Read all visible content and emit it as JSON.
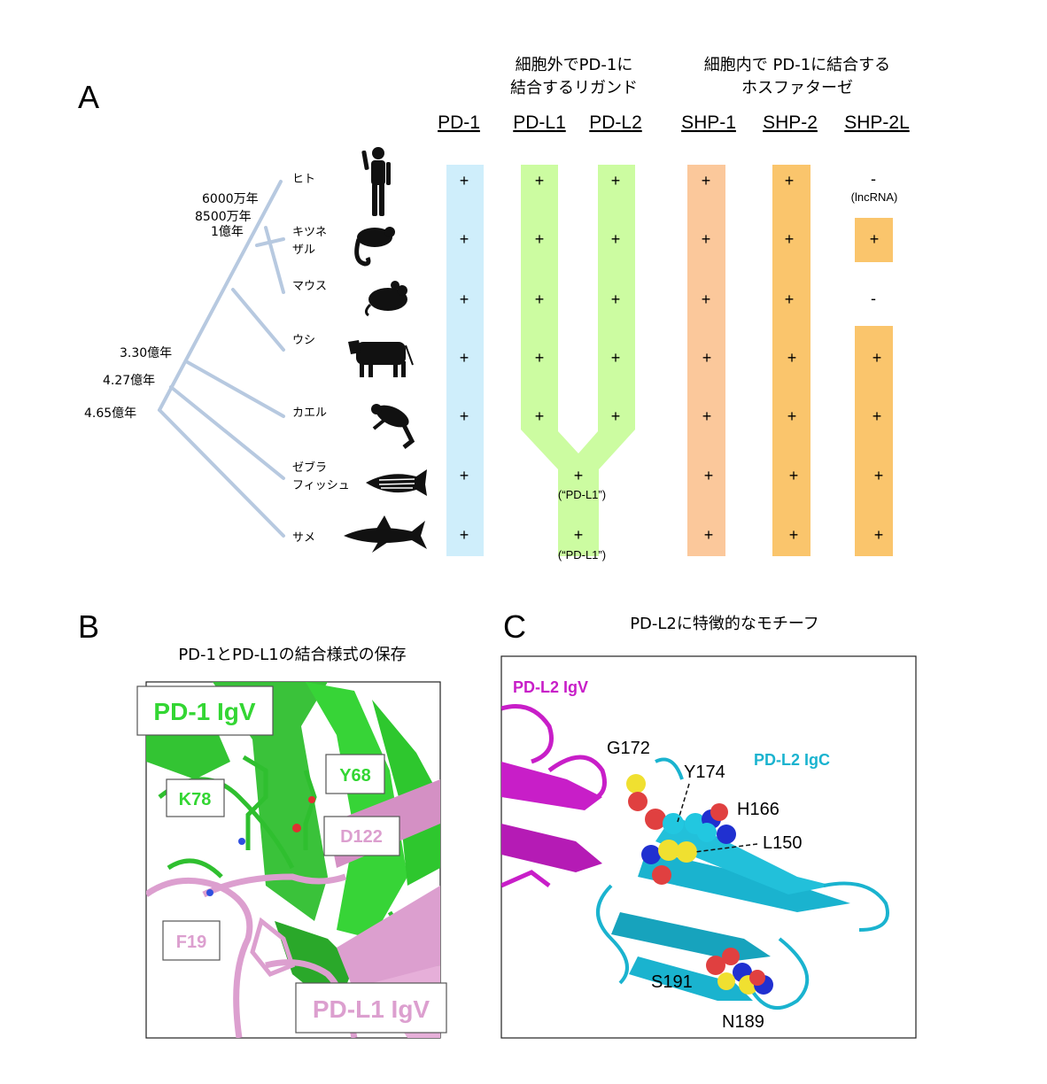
{
  "panel_a": {
    "letter": "A",
    "header_ligand": [
      "細胞外でPD-1に",
      "結合するリガンド"
    ],
    "header_phos": [
      "細胞内で PD-1に結合する",
      "ホスファターゼ"
    ],
    "columns": [
      "PD-1",
      "PD-L1",
      "PD-L2",
      "SHP-1",
      "SHP-2",
      "SHP-2L"
    ],
    "species": [
      {
        "name": [
          "ヒト"
        ],
        "silhouette": "human-silhouette-icon"
      },
      {
        "name": [
          "キツネ",
          "ザル"
        ],
        "silhouette": "lemur-silhouette-icon"
      },
      {
        "name": [
          "マウス"
        ],
        "silhouette": "mouse-silhouette-icon"
      },
      {
        "name": [
          "ウシ"
        ],
        "silhouette": "cow-silhouette-icon"
      },
      {
        "name": [
          "カエル"
        ],
        "silhouette": "frog-silhouette-icon"
      },
      {
        "name": [
          "ゼブラ",
          "フィッシュ"
        ],
        "silhouette": "zebrafish-silhouette-icon"
      },
      {
        "name": [
          "サメ"
        ],
        "silhouette": "shark-silhouette-icon"
      }
    ],
    "divergence_times": [
      "6000万年",
      "8500万年",
      "1億年",
      "3.30億年",
      "4.27億年",
      "4.65億年"
    ],
    "cells": {
      "pd1": [
        "+",
        "+",
        "+",
        "+",
        "+",
        "+",
        "+"
      ],
      "pdl1": [
        "+",
        "+",
        "+",
        "+",
        "+"
      ],
      "pdl2": [
        "+",
        "+",
        "+",
        "+",
        "+"
      ],
      "merged": [
        "+",
        "+"
      ],
      "merged_note": "(“PD-L1”)",
      "shp1": [
        "+",
        "+",
        "+",
        "+",
        "+",
        "+",
        "+"
      ],
      "shp2": [
        "+",
        "+",
        "+",
        "+",
        "+",
        "+",
        "+"
      ],
      "shp2l": [
        "-",
        "+",
        "-",
        "+",
        "+",
        "+",
        "+"
      ],
      "shp2l_note": "(lncRNA)"
    },
    "colors": {
      "tree": "#b7c9e0",
      "pd1": "#cfeefb",
      "ligand": "#ccfca1",
      "shp1": "#fbc89b",
      "shp2": "#fac56c",
      "shp2l": "#fac56c"
    }
  },
  "panel_b": {
    "letter": "B",
    "title": "PD-1とPD-L1の結合様式の保存",
    "labels": {
      "pd1_igv": "PD-1 IgV",
      "k78": "K78",
      "y68": "Y68",
      "d122": "D122",
      "f19": "F19",
      "pdl1_igv": "PD-L1 IgV"
    },
    "colors": {
      "green": "#33d633",
      "pink": "#dc9fcf"
    }
  },
  "panel_c": {
    "letter": "C",
    "title": "PD-L2に特徴的なモチーフ",
    "labels": {
      "pdl2_igv": "PD-L2 IgV",
      "pdl2_igc": "PD-L2 IgC",
      "g172": "G172",
      "y174": "Y174",
      "h166": "H166",
      "l150": "L150",
      "s191": "S191",
      "n189": "N189"
    },
    "colors": {
      "magenta": "#c81ec8",
      "cyan": "#1ab3cf"
    }
  }
}
